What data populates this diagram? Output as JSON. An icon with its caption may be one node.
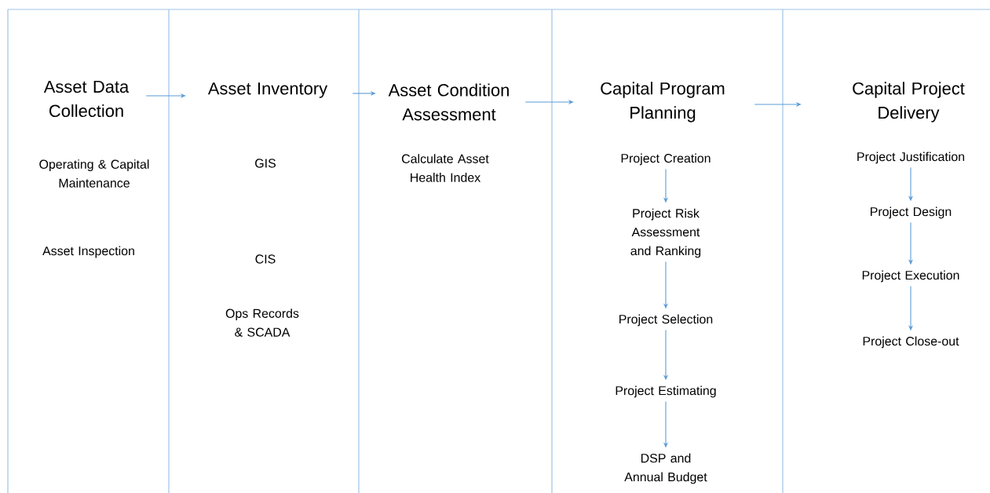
{
  "diagram": {
    "nodes": [
      {
        "text": [
          "Asset Data Collection"
        ]
      },
      {
        "text": [
          "Asset Inventory"
        ]
      },
      {
        "text": [
          "Asset Condition Assessment"
        ]
      },
      {
        "text": [
          "Capital Program Planning"
        ]
      },
      {
        "text": [
          "Project Creation"
        ]
      },
      {
        "text": [
          "Project Risk Assessment and Ranking"
        ]
      },
      {
        "text": [
          "Project Selection"
        ]
      },
      {
        "text": [
          "Project Estimating"
        ]
      },
      {
        "text": [
          "DSP and Annual Budget"
        ]
      },
      {
        "text": [
          "Capital Project Delivery"
        ]
      },
      {
        "text": [
          "Project Justification"
        ]
      },
      {
        "text": [
          "Project Design"
        ]
      },
      {
        "text": [
          "Project Execution"
        ]
      },
      {
        "text": [
          "Project Close-out"
        ]
      }
    ],
    "edges": [
      {
        "from": 0,
        "to": 1,
        "arrow": "to"
      },
      {
        "from": 1,
        "to": 2,
        "arrow": "to"
      },
      {
        "from": 2,
        "to": 3,
        "arrow": "to"
      },
      {
        "from": 3,
        "to": 9,
        "arrow": "to"
      },
      {
        "from": 4,
        "to": 5,
        "arrow": "to"
      },
      {
        "from": 5,
        "to": 6,
        "arrow": "to"
      },
      {
        "from": 6,
        "to": 7,
        "arrow": "to"
      },
      {
        "from": 7,
        "to": 8,
        "arrow": "to"
      },
      {
        "from": 10,
        "to": 11,
        "arrow": "to"
      },
      {
        "from": 11,
        "to": 12,
        "arrow": "to"
      },
      {
        "from": 12,
        "to": 13,
        "arrow": "to"
      }
    ],
    "labels": [
      "Operating & Capital Maintenance",
      "Asset Inspection",
      "GIS",
      "CIS",
      "Ops Records & SCADA",
      "Calculate Asset Health Index"
    ]
  }
}
